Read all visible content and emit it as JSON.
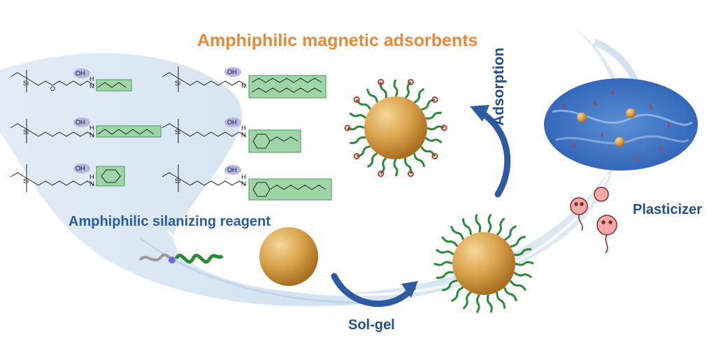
{
  "title": "Amphiphilic magnetic adsorbents",
  "labels": {
    "reagent": "Amphiphilic silanizing reagent",
    "adsorption": "Adsorption",
    "solgel": "Sol-gel",
    "plasticizer": "Plasticizer"
  },
  "chem_atoms": {
    "si": "Si",
    "o": "O",
    "oh": "OH",
    "n": "N",
    "h": "H"
  },
  "colors": {
    "title": "#e8893a",
    "label": "#1f4f8f",
    "particle": "#d9a24a",
    "chain_green": "#2a8a3a",
    "chain_grey": "#9a9a9a",
    "pollutant": "#c0392b",
    "highlight": "#9ed6a8",
    "oh_bubble": "#b7b7e6"
  },
  "icons": [
    "wave-splash",
    "gold-nanoparticle",
    "curved-arrow",
    "polluted-water-disc",
    "plasticizer-mascot"
  ]
}
